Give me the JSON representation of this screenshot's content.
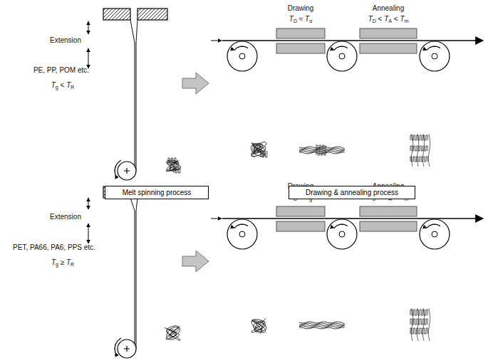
{
  "diagram": {
    "nodes": [
      {
        "text": [
          "Melt spinning process"
        ]
      },
      {
        "text": [
          "Drawing & annealing process"
        ]
      }
    ],
    "labels": [
      "Extension",
      "PE, PP, POM etc.",
      "Tg < TR",
      "Drawing",
      "TD ≈ Tα",
      "Annealing",
      "TD < TA < Tm",
      "Extension",
      "PET, PA66, PA6, PPS etc.",
      "Tg ≥ TR",
      "Drawing",
      "TD ≈ Tg",
      "Annealing",
      "TD < TA < Tm"
    ]
  }
}
